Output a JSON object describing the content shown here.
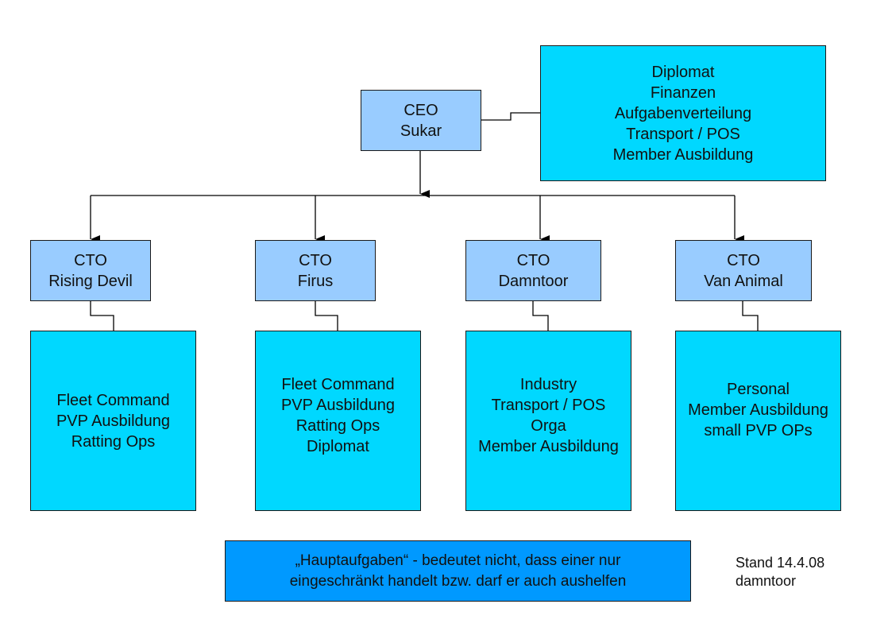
{
  "ceo": {
    "title": "CEO",
    "name": "Sukar"
  },
  "ceo_tasks": [
    "Diplomat",
    "Finanzen",
    "Aufgabenverteilung",
    "Transport / POS",
    "Member Ausbildung"
  ],
  "ctos": [
    {
      "title": "CTO",
      "name": "Rising Devil",
      "tasks": [
        "Fleet Command",
        "PVP Ausbildung",
        "Ratting Ops"
      ]
    },
    {
      "title": "CTO",
      "name": "Firus",
      "tasks": [
        "Fleet Command",
        "PVP Ausbildung",
        "Ratting Ops",
        "Diplomat"
      ]
    },
    {
      "title": "CTO",
      "name": "Damntoor",
      "tasks": [
        "Industry",
        "Transport / POS",
        "Orga",
        "Member Ausbildung"
      ]
    },
    {
      "title": "CTO",
      "name": "Van Animal",
      "tasks": [
        "Personal",
        "Member Ausbildung",
        "small PVP OPs"
      ]
    }
  ],
  "note": {
    "line1": "„Hauptaufgaben“ - bedeutet nicht, dass einer nur",
    "line2": "eingeschränkt handelt bzw. darf er auch aushelfen"
  },
  "stamp": {
    "line1": "Stand 14.4.08",
    "line2": "damntoor"
  },
  "colors": {
    "role_box": "#99ccff",
    "task_box": "#00d8ff",
    "note_box": "#0099ff"
  }
}
